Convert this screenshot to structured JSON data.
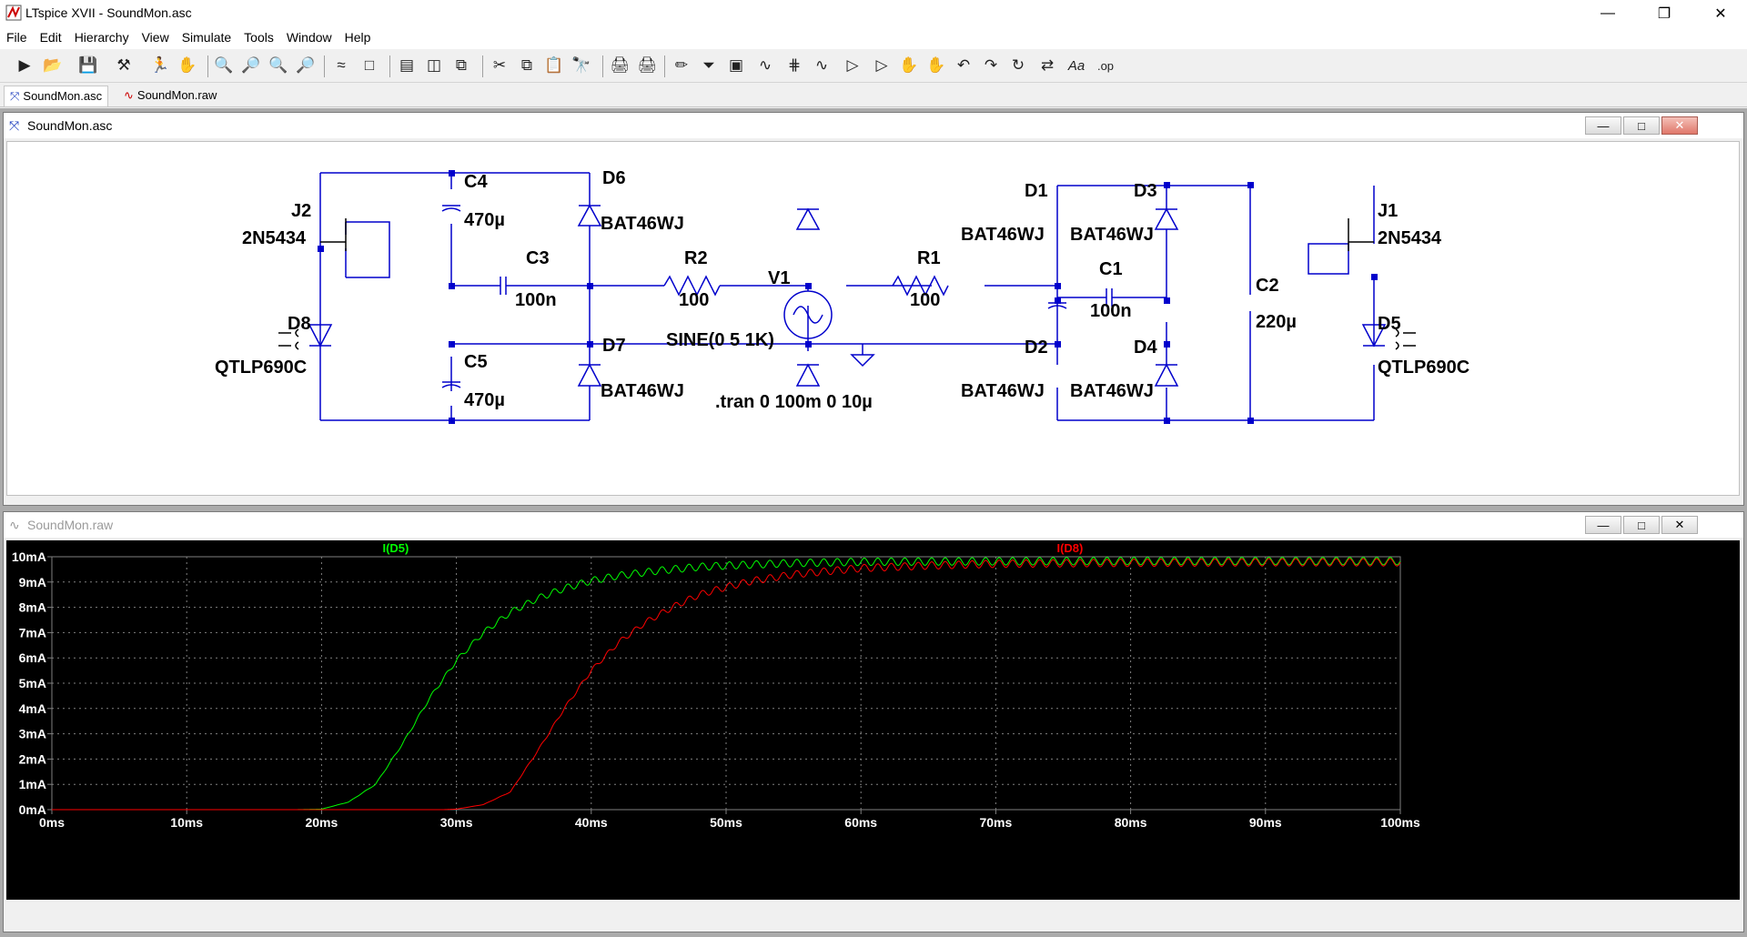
{
  "app": {
    "title": "LTspice XVII - SoundMon.asc",
    "window_controls": [
      "minimize",
      "maximize",
      "close"
    ]
  },
  "menu": [
    "File",
    "Edit",
    "Hierarchy",
    "View",
    "Simulate",
    "Tools",
    "Window",
    "Help"
  ],
  "toolbar": {
    "icons": [
      "new-schematic",
      "open",
      "save",
      "control-panel",
      "run",
      "halt",
      "zoom-in",
      "zoom-full",
      "zoom-out",
      "zoom-cancel",
      "autorange",
      "delete-trace",
      "tile-horizontal",
      "tile-vertical",
      "cascade",
      "cut",
      "copy",
      "paste",
      "find",
      "print-setup",
      "print",
      "draw-wire",
      "ground",
      "label-net",
      "resistor",
      "capacitor",
      "inductor",
      "diode",
      "component",
      "move",
      "drag",
      "undo",
      "redo",
      "rotate",
      "mirror",
      "text",
      "spice-directive"
    ],
    "text_buttons": {
      "text": "Aa",
      "op": ".op"
    }
  },
  "tabs": [
    {
      "label": "SoundMon.asc",
      "icon": "schematic-icon",
      "active": true
    },
    {
      "label": "SoundMon.raw",
      "icon": "waveform-icon",
      "active": false
    }
  ],
  "schematic_window": {
    "title": "SoundMon.asc",
    "labels": {
      "J2": "J2",
      "J2_model": "2N5434",
      "D8": "D8",
      "D8_model": "QTLP690C",
      "C4": "C4",
      "C4_value": "470µ",
      "C5": "C5",
      "C5_value": "470µ",
      "D6": "D6",
      "D6_model": "BAT46WJ",
      "D7": "D7",
      "D7_model": "BAT46WJ",
      "C3": "C3",
      "C3_value": "100n",
      "R2": "R2",
      "R2_value": "100",
      "V1": "V1",
      "V1_value": "SINE(0 5 1K)",
      "R1": "R1",
      "R1_value": "100",
      "D1": "D1",
      "D1_model": "BAT46WJ",
      "D2": "D2",
      "D2_model": "BAT46WJ",
      "D3": "D3",
      "D3_model": "BAT46WJ",
      "D4": "D4",
      "D4_model": "BAT46WJ",
      "C1": "C1",
      "C1_value": "100n",
      "C2": "C2",
      "C2_value": "220µ",
      "J1": "J1",
      "J1_model": "2N5434",
      "D5": "D5",
      "D5_model": "QTLP690C",
      "directive": ".tran 0 100m 0 10µ"
    }
  },
  "waveform_window": {
    "title": "SoundMon.raw",
    "colors": {
      "background": "#000000",
      "grid": "#808080",
      "I(D5)": "#00ff00",
      "I(D8)": "#ff0000"
    }
  },
  "chart_data": {
    "type": "line",
    "title": "",
    "xlabel": "",
    "ylabel": "",
    "xlim": [
      0,
      100
    ],
    "ylim": [
      0,
      10
    ],
    "x_ticks": [
      "0ms",
      "10ms",
      "20ms",
      "30ms",
      "40ms",
      "50ms",
      "60ms",
      "70ms",
      "80ms",
      "90ms",
      "100ms"
    ],
    "y_ticks": [
      "0mA",
      "1mA",
      "2mA",
      "3mA",
      "4mA",
      "5mA",
      "6mA",
      "7mA",
      "8mA",
      "9mA",
      "10mA"
    ],
    "grid": true,
    "legend": "top",
    "x_unit": "ms",
    "y_unit": "mA",
    "series": [
      {
        "name": "I(D5)",
        "color": "#00ff00",
        "ripple_mA": 0.3,
        "ripple_period_ms": 1,
        "x": [
          0,
          18,
          20,
          22,
          24,
          26,
          28,
          30,
          32,
          34,
          36,
          38,
          40,
          42,
          45,
          48,
          50,
          55,
          60,
          70,
          80,
          90,
          100
        ],
        "y": [
          0,
          0,
          0.02,
          0.3,
          1.0,
          2.6,
          4.4,
          5.9,
          7.0,
          7.8,
          8.35,
          8.75,
          9.05,
          9.25,
          9.45,
          9.6,
          9.65,
          9.75,
          9.8,
          9.82,
          9.83,
          9.83,
          9.83
        ]
      },
      {
        "name": "I(D8)",
        "color": "#ff0000",
        "ripple_mA": 0.3,
        "ripple_period_ms": 1,
        "x": [
          0,
          29,
          30,
          32,
          34,
          36,
          38,
          40,
          42,
          44,
          46,
          48,
          50,
          52,
          55,
          58,
          60,
          65,
          70,
          80,
          90,
          100
        ],
        "y": [
          0,
          0,
          0.02,
          0.2,
          0.7,
          2.3,
          4.0,
          5.5,
          6.6,
          7.4,
          8.0,
          8.5,
          8.8,
          9.05,
          9.3,
          9.45,
          9.55,
          9.65,
          9.72,
          9.76,
          9.78,
          9.78
        ]
      }
    ]
  }
}
